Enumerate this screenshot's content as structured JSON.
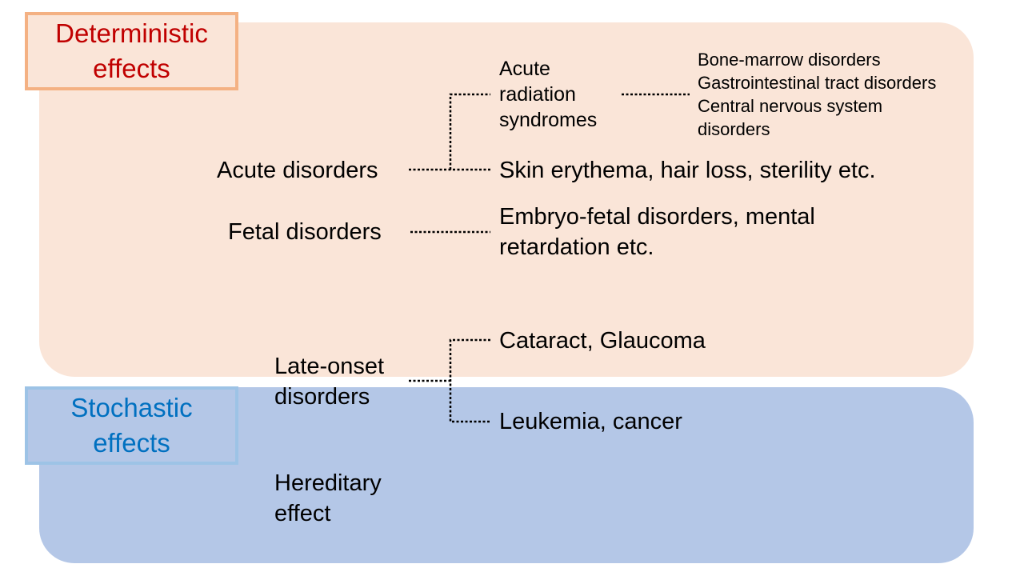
{
  "groups": {
    "deterministic": {
      "title_line1": "Deterministic",
      "title_line2": "effects",
      "color": "#c00000",
      "fill": "#fae5d8",
      "border": "#f4b183"
    },
    "stochastic": {
      "title_line1": "Stochastic",
      "title_line2": "effects",
      "color": "#0070c0",
      "fill": "#b4c7e7",
      "border": "#9dc3e6"
    }
  },
  "categories": {
    "acute": "Acute disorders",
    "fetal": "Fetal disorders",
    "late_line1": "Late-onset",
    "late_line2": "disorders",
    "hereditary_line1": "Hereditary",
    "hereditary_line2": "effect"
  },
  "effects": {
    "ars_line1": "Acute",
    "ars_line2": "radiation",
    "ars_line3": "syndromes",
    "ars_sub": [
      "Bone-marrow disorders",
      "Gastrointestinal tract disorders",
      "Central nervous system",
      "disorders"
    ],
    "skin": "Skin erythema, hair loss, sterility etc.",
    "fetal_line1": "Embryo-fetal disorders, mental",
    "fetal_line2": "retardation etc.",
    "cataract": "Cataract, Glaucoma",
    "leukemia": "Leukemia, cancer"
  }
}
